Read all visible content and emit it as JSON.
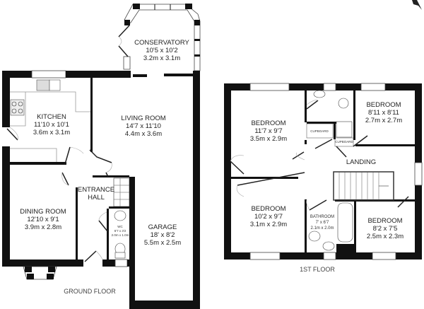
{
  "ground_floor": {
    "caption": "GROUND FLOOR",
    "rooms": {
      "conservatory": {
        "name": "CONSERVATORY",
        "imperial": "10'5 x 10'2",
        "metric": "3.2m x 3.1m"
      },
      "kitchen": {
        "name": "KITCHEN",
        "imperial": "11'10 x 10'1",
        "metric": "3.6m x 3.1m"
      },
      "living_room": {
        "name": "LIVING ROOM",
        "imperial": "14'7 x 11'10",
        "metric": "4.4m x 3.6m"
      },
      "entrance_hall": {
        "name_line1": "ENTRANCE",
        "name_line2": "HALL"
      },
      "dining_room": {
        "name": "DINING ROOM",
        "imperial": "12'10 x 9'1",
        "metric": "3.9m x 2.8m"
      },
      "wc": {
        "name": "WC",
        "imperial": "6'7 x 3'2",
        "metric": "2.0m x 1.0m"
      },
      "garage": {
        "name": "GARAGE",
        "imperial": "18' x 8'2",
        "metric": "5.5m x 2.5m"
      }
    }
  },
  "first_floor": {
    "caption": "1ST FLOOR",
    "rooms": {
      "bedroom_1": {
        "name": "BEDROOM",
        "imperial": "11'7 x 9'7",
        "metric": "3.5m x 2.9m"
      },
      "bedroom_2": {
        "name": "BEDROOM",
        "imperial": "8'11 x 8'11",
        "metric": "2.7m x 2.7m"
      },
      "bedroom_3": {
        "name": "BEDROOM",
        "imperial": "10'2 x 9'7",
        "metric": "3.1m x 2.9m"
      },
      "bedroom_4": {
        "name": "BEDROOM",
        "imperial": "8'2 x 7'5",
        "metric": "2.5m x 2.3m"
      },
      "bathroom": {
        "name": "BATHROOM",
        "imperial": "7' x 6'7",
        "metric": "2.1m x 2.0m"
      },
      "landing": {
        "name": "LANDING"
      },
      "cupboard_1": {
        "name": "CUPBOARD"
      },
      "cupboard_2": {
        "name": "CUPBOARD"
      }
    }
  },
  "compass_icon": "north-arrow-icon"
}
